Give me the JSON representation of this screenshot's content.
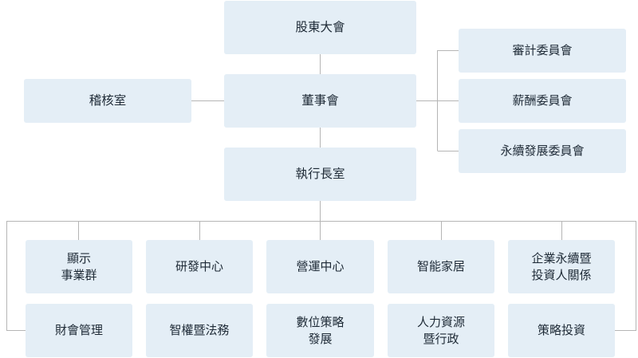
{
  "colors": {
    "box_fill": "#e4eef6",
    "line": "#b5b5b5",
    "text": "#1e2a36"
  },
  "org": {
    "shareholders": "股東大會",
    "board": "董事會",
    "audit_office": "稽核室",
    "committees": [
      "審計委員會",
      "薪酬委員會",
      "永續發展委員會"
    ],
    "ceo_office": "執行長室",
    "units_row1": [
      "顯示\n事業群",
      "研發中心",
      "營運中心",
      "智能家居",
      "企業永續暨\n投資人關係"
    ],
    "units_row2": [
      "財會管理",
      "智權暨法務",
      "數位策略\n發展",
      "人力資源\n暨行政",
      "策略投資"
    ]
  }
}
